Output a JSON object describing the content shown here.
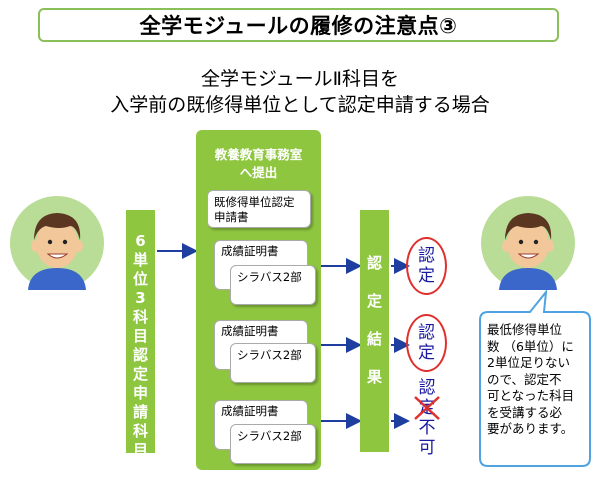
{
  "title": "全学モジュールの履修の注意点③",
  "subtitle_line1": "全学モジュールⅡ科目を",
  "subtitle_line2": "入学前の既修得単位として認定申請する場合",
  "left_bar_chars": [
    "6",
    "単",
    "位",
    "3",
    "科",
    "目",
    "認",
    "定",
    "申",
    "請",
    "科",
    "目"
  ],
  "office_header_line1": "教養教育事務室",
  "office_header_line2": "へ提出",
  "application_doc_line1": "既修得単位認定",
  "application_doc_line2": "申請書",
  "transcript_label": "成績証明書",
  "syllabus_label": "シラバス2部",
  "result_bar_chars": [
    "認",
    "定",
    "結",
    "果"
  ],
  "result_approved_line1": "認",
  "result_approved_line2": "定",
  "result_denied_line1": "認",
  "result_denied_line2": "定",
  "result_denied_line3": "不",
  "result_denied_line4": "可",
  "bubble_lines": [
    "最低修得単位",
    "数 （6単位）に",
    "2単位足りない",
    "ので、認定不",
    "可となった科目",
    "を受講する必",
    "要があります。"
  ],
  "colors": {
    "green": "#8ec63f",
    "avatar_bg": "#b9dc96",
    "arrow": "#1f3fa0",
    "stamp_red": "#e0302d",
    "bubble_border": "#4fa3e0"
  }
}
